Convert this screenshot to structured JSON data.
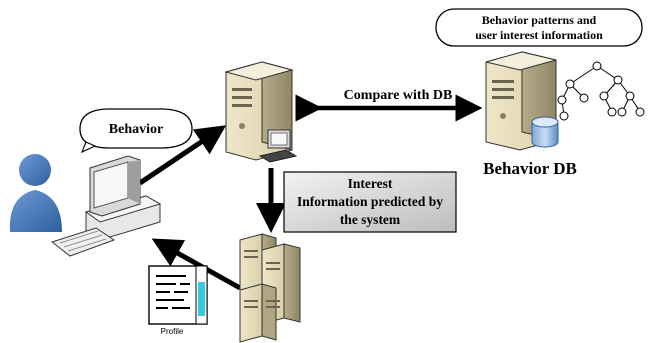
{
  "labels": {
    "behavior": "Behavior",
    "compare": "Compare with DB",
    "patterns_line1": "Behavior patterns and",
    "patterns_line2": "user interest information",
    "behavior_db": "Behavior DB",
    "interest_line1": "Interest",
    "interest_line2": "Information predicted by",
    "interest_line3": "the system",
    "profile": "Profile"
  },
  "icons": {
    "user": "user-icon",
    "client_computer": "desktop-computer-icon",
    "server": "server-icon",
    "db_server": "database-server-icon",
    "cluster": "server-cluster-icon",
    "document": "profile-document-icon",
    "tree": "tree-structure-icon",
    "cylinder": "database-cylinder-icon"
  },
  "colors": {
    "person": "#3f73b6",
    "server_body": "#e9e0c0",
    "interest_box": "#cfcfcf",
    "document_bar": "#36c8de",
    "arrow": "#000000"
  }
}
